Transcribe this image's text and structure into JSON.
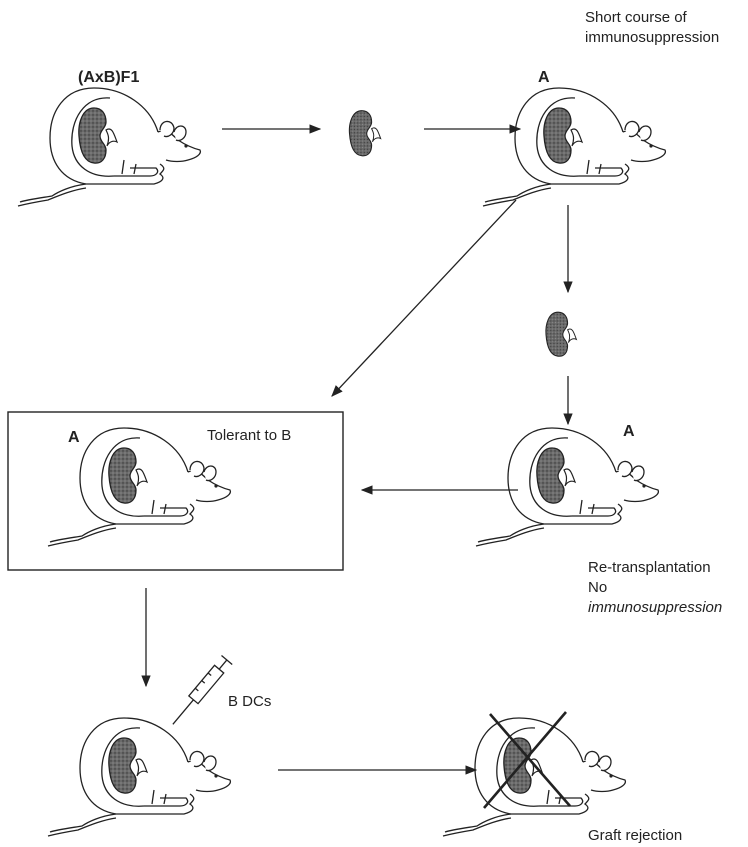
{
  "labels": {
    "f1": "(AxB)F1",
    "short_course_1": "Short course of",
    "short_course_2": "immunosuppression",
    "strain_a_top": "A",
    "strain_a_mid": "A",
    "strain_a_box": "A",
    "tolerant": "Tolerant to B",
    "retx_1": "Re-transplantation",
    "retx_2": "No",
    "retx_3": "immunosuppression",
    "b_dcs": "B  DCs",
    "graft_rejection": "Graft rejection"
  },
  "icons": {
    "mouse": "mouse-with-kidney-icon",
    "kidney": "kidney-icon",
    "syringe": "syringe-icon",
    "rejection": "cross-icon"
  },
  "colors": {
    "kidney_fill": "#555555",
    "line": "#222222",
    "background": "#ffffff"
  }
}
